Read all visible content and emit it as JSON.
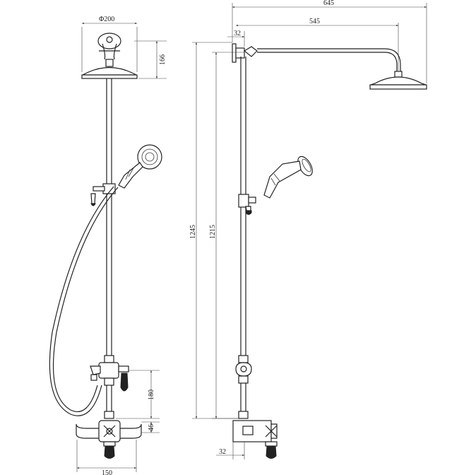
{
  "dimensions": {
    "head_diameter": "Φ200",
    "head_height": "166",
    "overall_width": "645",
    "arm_length": "545",
    "wall_offset_top": "32",
    "total_height": "1245",
    "rail_height": "1215",
    "diverter_height": "180",
    "inlet_offset": "46",
    "inlet_centres": "150",
    "wall_offset_bottom": "32"
  },
  "colors": {
    "line": "#222222",
    "background": "#ffffff"
  }
}
